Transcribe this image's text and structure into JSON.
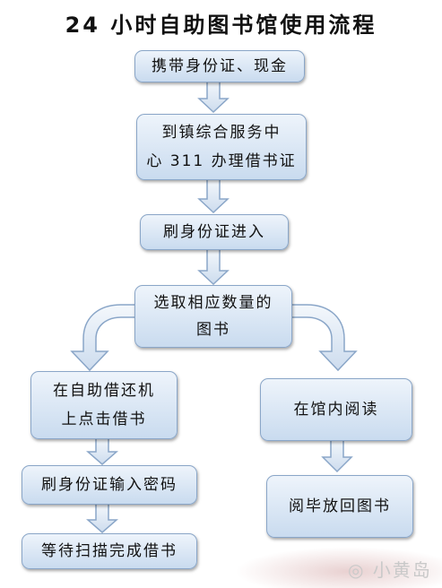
{
  "title": "24 小时自助图书馆使用流程",
  "steps": {
    "bring_docs": "携带身份证、现金",
    "register_line1": "到镇综合服务中",
    "register_line2": "心 311 办理借书证",
    "swipe_enter": "刷身份证进入",
    "select_line1": "选取相应数量的",
    "select_line2": "图书",
    "machine_line1": "在自助借还机",
    "machine_line2": "上点击借书",
    "enter_password": "刷身份证输入密码",
    "wait_scan": "等待扫描完成借书",
    "read_in_library": "在馆内阅读",
    "return_books": "阅毕放回图书"
  },
  "watermark": "◎ 小黄岛",
  "colors": {
    "box_fill_top": "#eef4fb",
    "box_fill_bottom": "#c9dbef",
    "box_border": "#8aa6c8",
    "arrow_fill": "#dfe8f3",
    "arrow_stroke": "#8aa6c8"
  }
}
